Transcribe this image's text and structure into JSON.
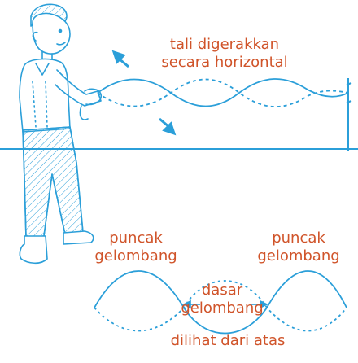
{
  "labels": {
    "motion_line1": "tali digerakkan",
    "motion_line2": "secara horizontal",
    "crest_left_line1": "puncak",
    "crest_left_line2": "gelombang",
    "crest_right_line1": "puncak",
    "crest_right_line2": "gelombang",
    "trough_line1": "dasar",
    "trough_line2": "gelombang",
    "view_caption": "dilihat dari atas"
  },
  "colors": {
    "label_text": "#d0542a",
    "wave_line": "#2b9fd9",
    "ground_line": "#2b9fd9",
    "figure_outline": "#2b9fd9"
  },
  "icons": [
    "person-figure",
    "arrow-up-left-icon",
    "arrow-down-right-icon",
    "post-icon"
  ]
}
